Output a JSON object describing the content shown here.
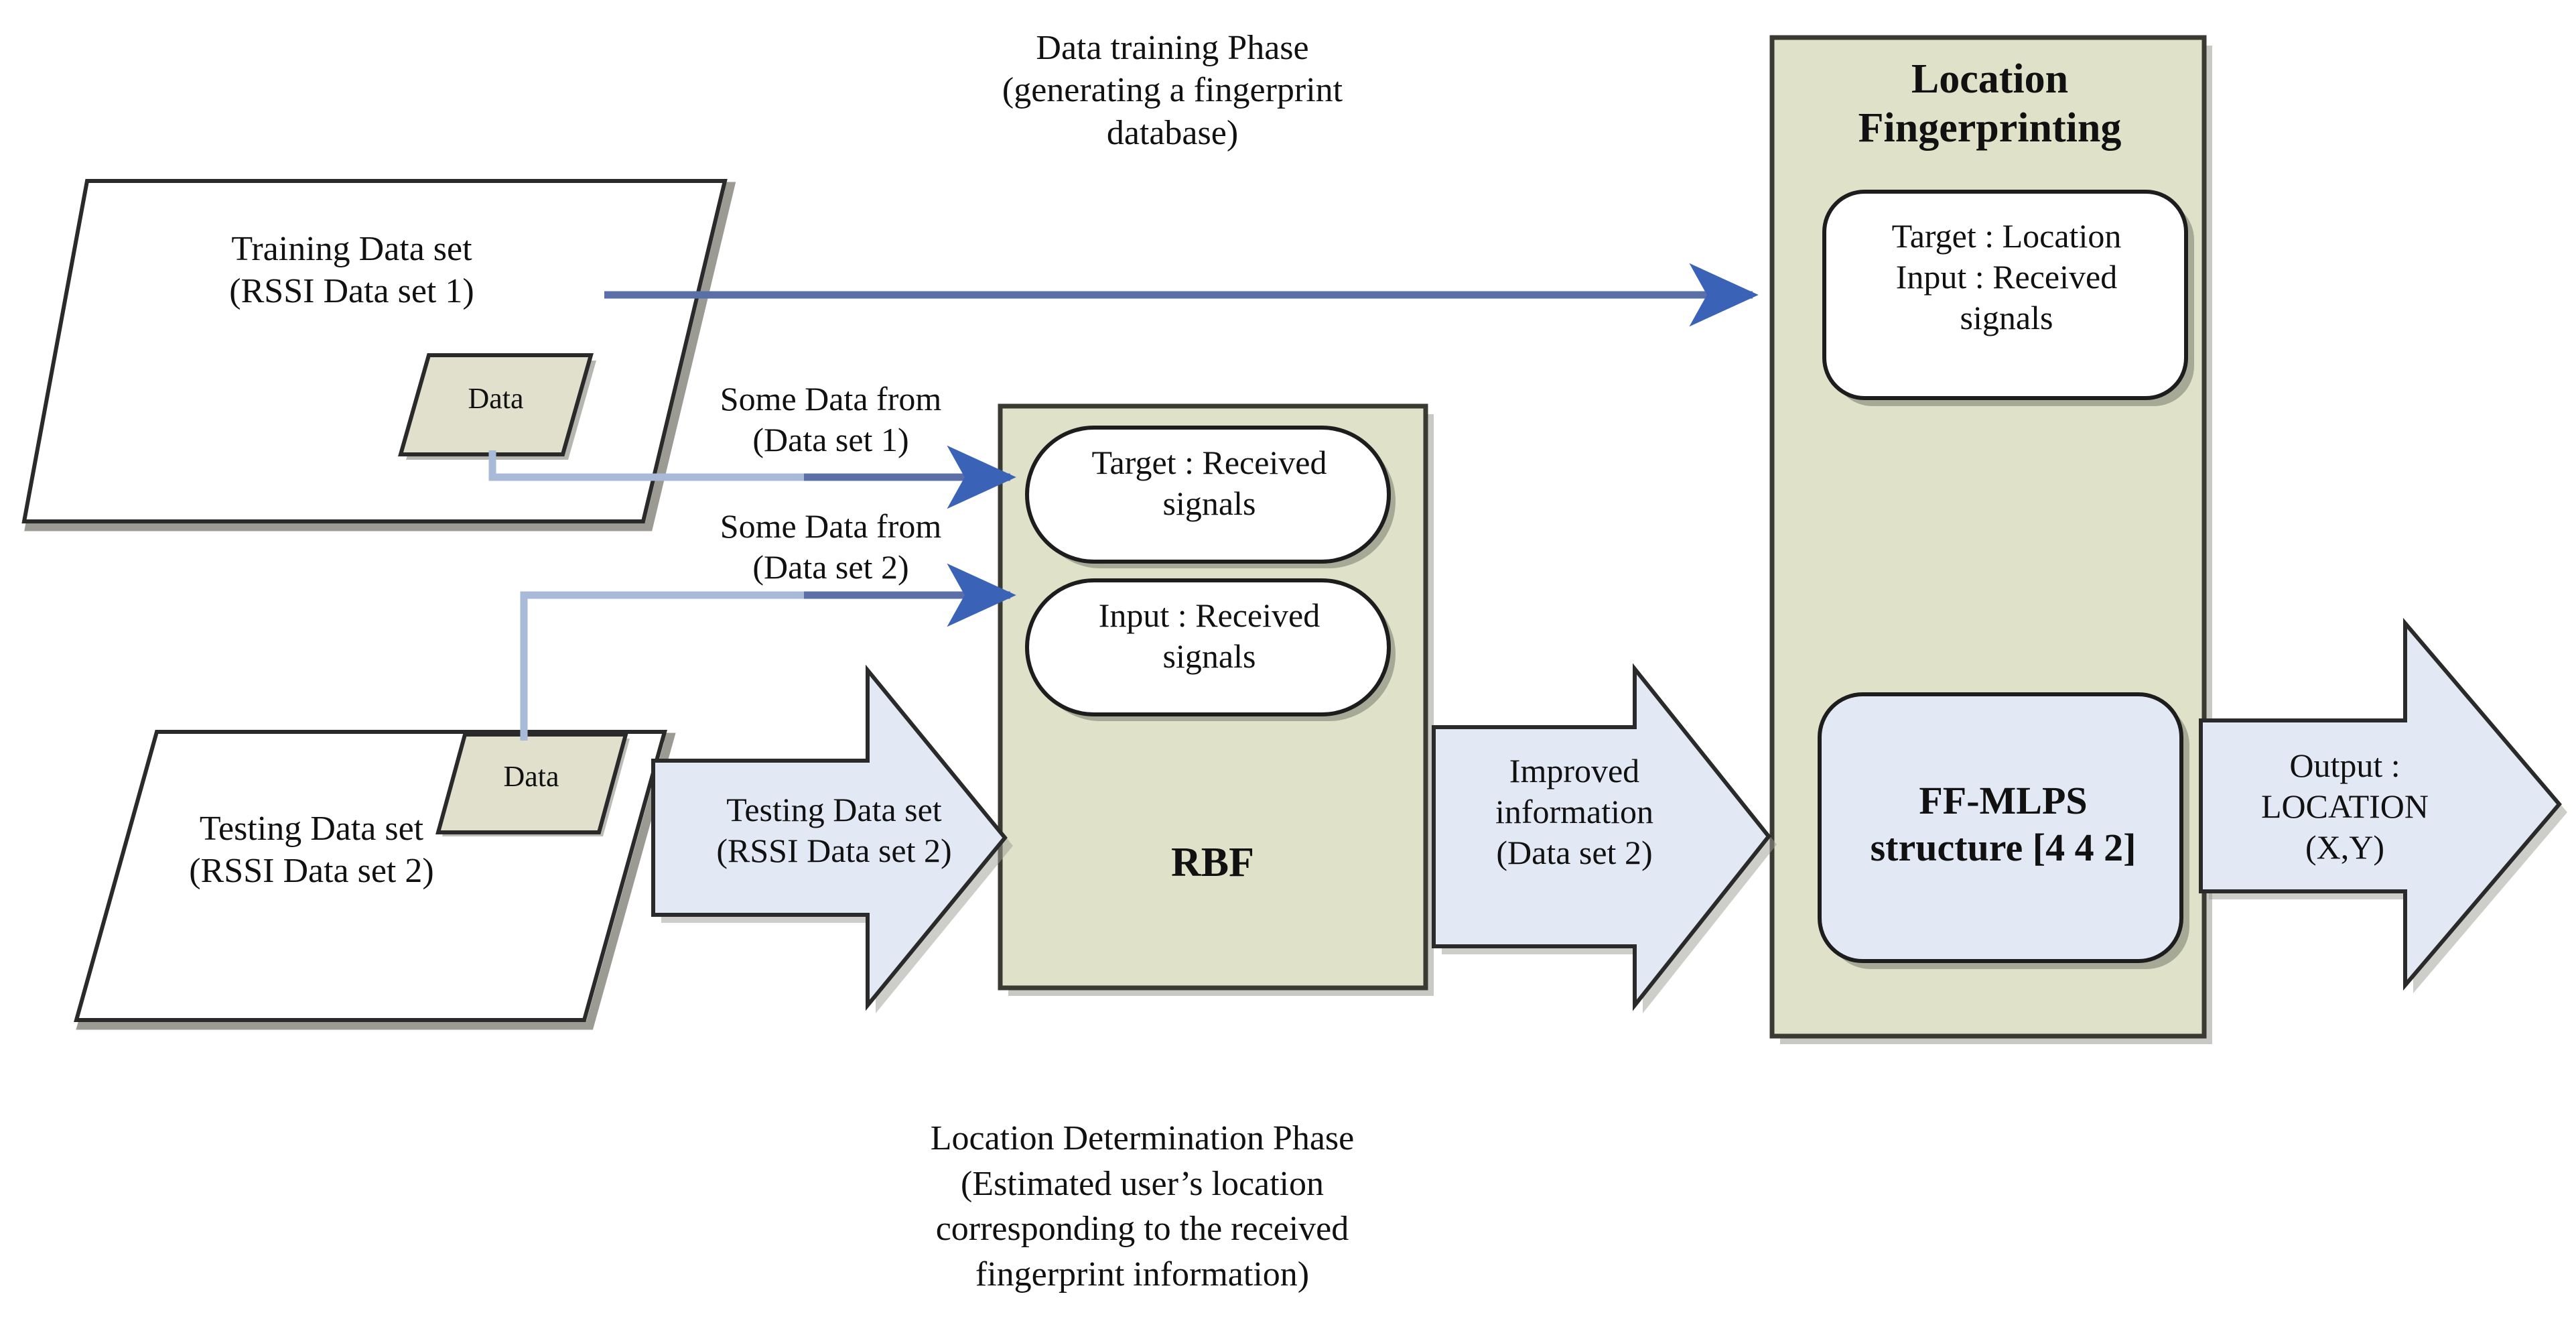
{
  "diagram": {
    "title_top": "Data training Phase\n(generating a fingerprint\ndatabase)",
    "caption_bottom": "Location Determination Phase\n(Estimated user’s location\ncorresponding to the received\nfingerprint information)"
  },
  "nodes": {
    "training_dataset": {
      "label": "Training Data set\n(RSSI Data set 1)",
      "data_chip": "Data"
    },
    "testing_dataset": {
      "label": "Testing Data set\n(RSSI Data set 2)",
      "data_chip": "Data"
    },
    "rbf": {
      "title": "RBF",
      "target_pill": "Target : Received\nsignals",
      "input_pill": "Input : Received\nsignals"
    },
    "location_fingerprinting": {
      "title": "Location\nFingerprinting",
      "target_box": "Target : Location\nInput : Received\nsignals",
      "ffmlps_box": "FF-MLPS\nstructure [4 4 2]"
    }
  },
  "arrows": {
    "training_to_lf": "",
    "some_data_1": "Some Data from\n(Data set 1)",
    "some_data_2": "Some Data from\n(Data set 2)",
    "testing_to_rbf": "Testing Data set\n(RSSI Data set 2)",
    "rbf_to_lf": "Improved\ninformation\n(Data set 2)",
    "output": "Output :\nLOCATION\n(X,Y)"
  },
  "colors": {
    "olive_fill": "#dfe2c8",
    "light_blue_fill": "#e3e9f4",
    "beige_chip": "#e0e0cd",
    "white_fill": "#ffffff",
    "arrow_blue": "#4a6fb5",
    "connector_blue": "#a8b8d8",
    "stroke_dark": "#2a2a2a"
  }
}
